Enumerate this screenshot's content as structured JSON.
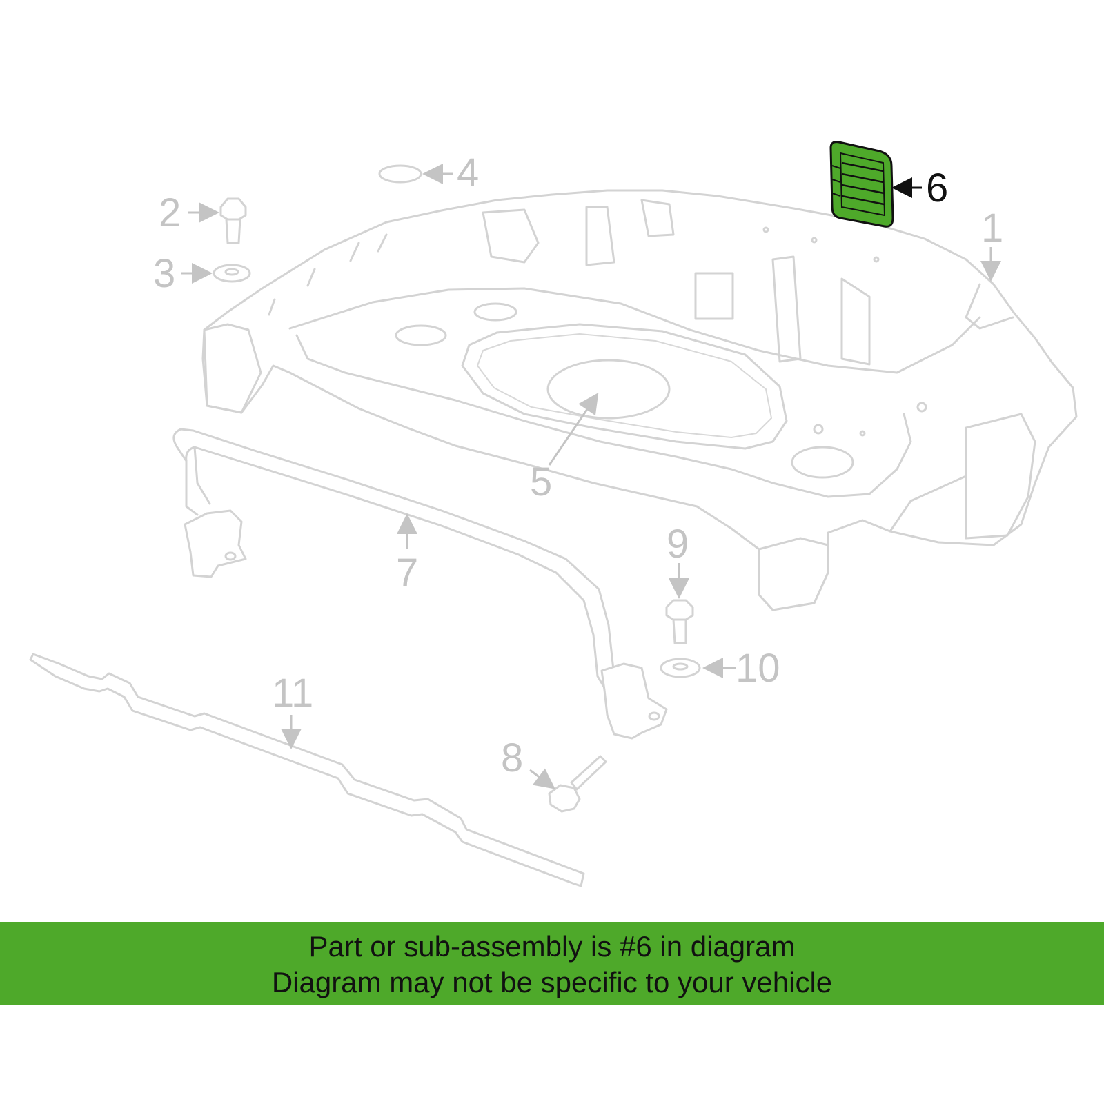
{
  "diagram": {
    "callouts": [
      {
        "id": "1",
        "label": "1"
      },
      {
        "id": "2",
        "label": "2"
      },
      {
        "id": "3",
        "label": "3"
      },
      {
        "id": "4",
        "label": "4"
      },
      {
        "id": "5",
        "label": "5"
      },
      {
        "id": "6",
        "label": "6",
        "highlighted": true
      },
      {
        "id": "7",
        "label": "7"
      },
      {
        "id": "8",
        "label": "8"
      },
      {
        "id": "9",
        "label": "9"
      },
      {
        "id": "10",
        "label": "10"
      },
      {
        "id": "11",
        "label": "11"
      }
    ],
    "highlight_color": "#4ea92a",
    "part_color": "#d3d3d3"
  },
  "banner": {
    "line1": "Part or sub-assembly is #6 in diagram",
    "line2": "Diagram may not be specific to your vehicle",
    "color": "#4ea92a"
  }
}
